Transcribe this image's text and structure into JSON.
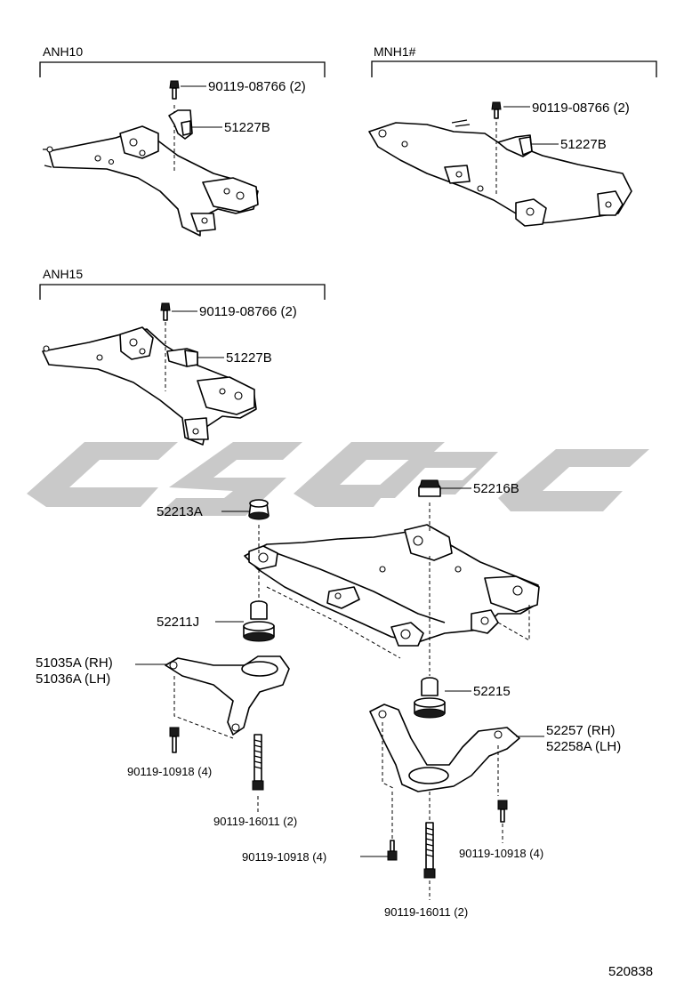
{
  "groups": {
    "anh10": "ANH10",
    "mnh1": "MNH1#",
    "anh15": "ANH15"
  },
  "labels": {
    "anh10_bolt": "90119-08766 (2)",
    "anh10_part": "51227B",
    "mnh1_bolt": "90119-08766 (2)",
    "mnh1_part": "51227B",
    "anh15_bolt": "90119-08766 (2)",
    "anh15_part": "51227B",
    "p52213a": "52213A",
    "p52216b": "52216B",
    "p52211j": "52211J",
    "p51035a": "51035A (RH)",
    "p51036a": "51036A (LH)",
    "p52215": "52215",
    "p52257": "52257   (RH)",
    "p52258a": "52258A (LH)",
    "bolt_left_10918": "90119-10918 (4)",
    "bolt_left_16011": "90119-16011 (2)",
    "bolt_center_10918": "90119-10918 (4)",
    "bolt_right_10918": "90119-10918 (4)",
    "bolt_center_16011": "90119-16011 (2)"
  },
  "diagram_ref": "520838",
  "watermark_color": "#c9c9c9"
}
